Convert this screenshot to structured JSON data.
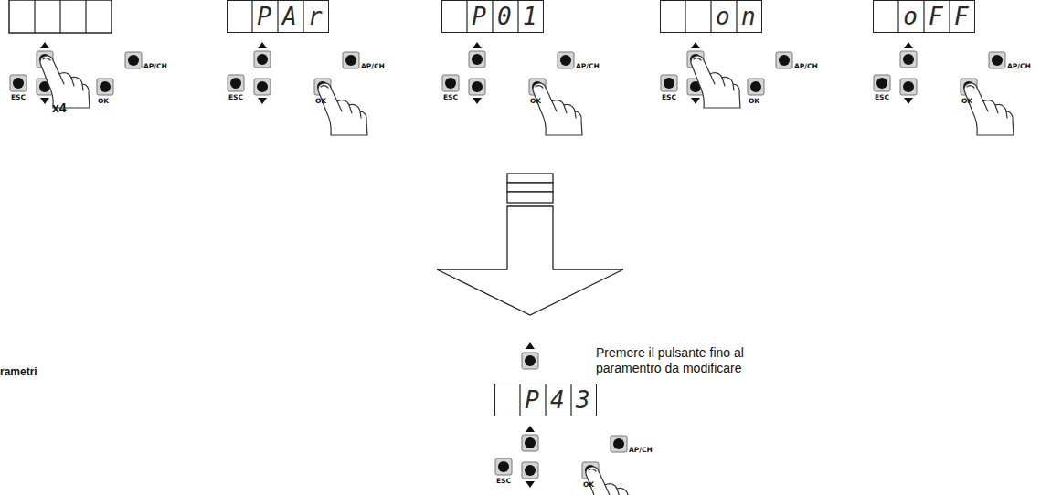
{
  "diagram": {
    "nodes": [
      {
        "text": [
          "PAr"
        ]
      },
      {
        "text": [
          "P01"
        ]
      },
      {
        "text": [
          "on"
        ]
      },
      {
        "text": [
          "oFF"
        ]
      },
      {
        "text": [
          "P43"
        ]
      }
    ],
    "labels": [
      "ESC",
      "OK",
      "AP/CH",
      "x4",
      "ESC",
      "OK",
      "AP/CH",
      "ESC",
      "OK",
      "AP/CH",
      "ESC",
      "OK",
      "AP/CH",
      "ESC",
      "OK",
      "AP/CH",
      "ESC",
      "OK",
      "AP/CH",
      "Premere il pulsante fino al paramentro da modificare",
      "rametri"
    ]
  }
}
